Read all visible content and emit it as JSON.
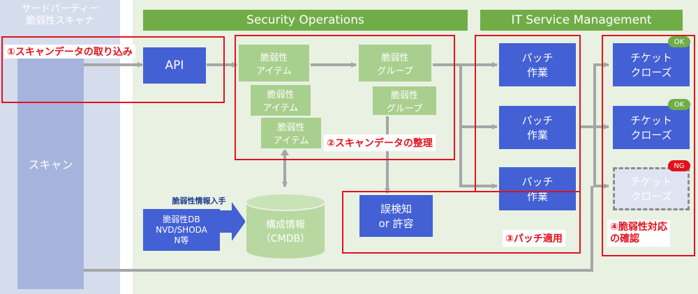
{
  "scanner": {
    "title": "サードパーティー\n脆弱性スキャナ",
    "scan_label": "スキャン"
  },
  "lanes": {
    "secops": "Security Operations",
    "itsm": "IT Service Management"
  },
  "steps": {
    "s1": "①スキャンデータの取り込み",
    "s2": "②スキャンデータの整理",
    "s3": "③パッチ適用",
    "s4": "④脆弱性対応\nの確認"
  },
  "nodes": {
    "api": "API",
    "vuln_item": "脆弱性\nアイテム",
    "vuln_group": "脆弱性\nグループ",
    "false_positive": "誤検知\nor 許容",
    "cmdb": "構成情報\n（CMDB）",
    "vuln_db": "脆弱性DB\nNVD/SHODA\nN等",
    "vuln_info_label": "脆弱性情報入手",
    "patch": "パッチ\n作業",
    "ticket_close": "チケット\nクローズ"
  },
  "badges": {
    "ok": "OK",
    "ng": "NG"
  },
  "colors": {
    "lane_bg": "#e9f1e3",
    "lane_header": "#70ad47",
    "blue": "#4360d4",
    "green_box": "#a9cf8e",
    "cmdb": "#b7d8a0",
    "scanner_col": "#a6b4dd",
    "red": "#e2121b",
    "arrow": "#a6a6a6"
  }
}
